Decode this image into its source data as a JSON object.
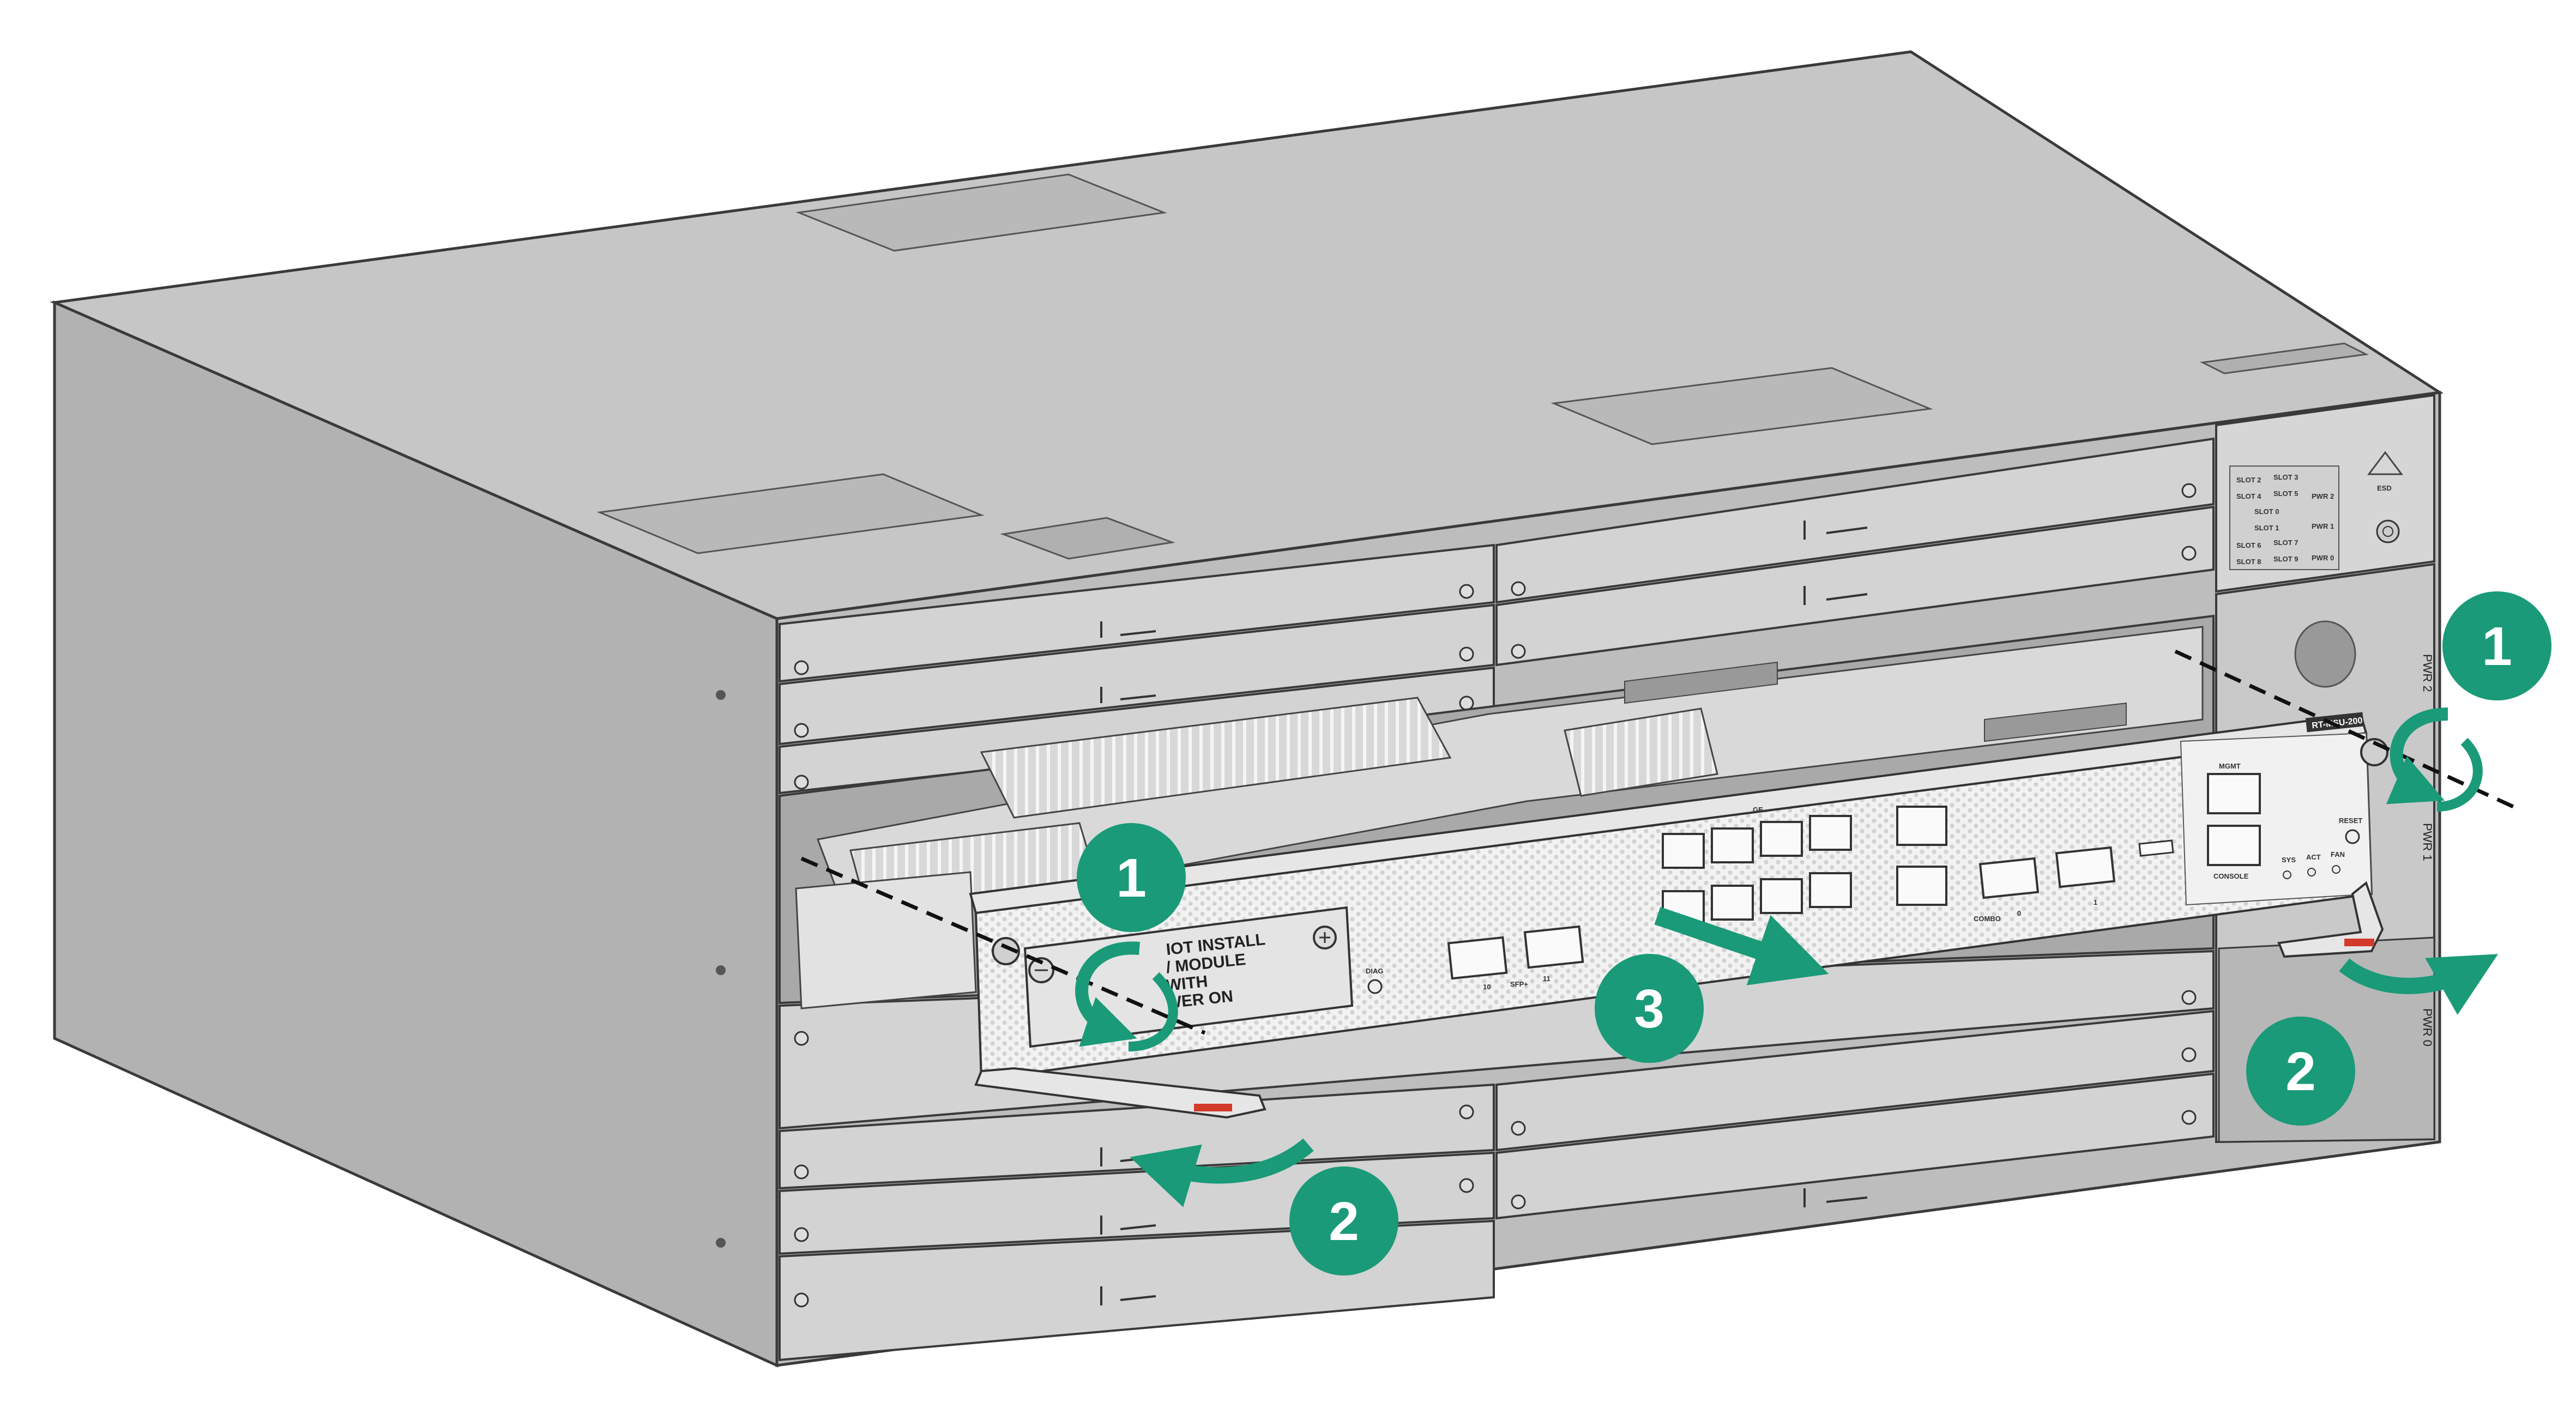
{
  "colors": {
    "chassis": "#c9c9c9",
    "chassis_top": "#c6c6c6",
    "chassis_side": "#b4b4b4",
    "chassis_front": "#bcbcbc",
    "outline": "#3a3a3a",
    "module": "#eeeeee",
    "callout": "#1a9a78",
    "arrow": "#1a9a78",
    "latch_red": "#d23a2a"
  },
  "icons": [
    "screw-icon",
    "rotate-arrow-icon",
    "pull-arrow-icon",
    "esd-icon",
    "usb-icon"
  ],
  "slot_labels": {
    "rows": [
      [
        "SLOT 2",
        "SLOT 3"
      ],
      [
        "SLOT 4",
        "SLOT 5",
        "PWR 2"
      ],
      [
        "SLOT 0"
      ],
      [
        "SLOT 1",
        "PWR 1"
      ],
      [
        "SLOT 6",
        "SLOT 7"
      ],
      [
        "SLOT 8",
        "SLOT 9",
        "PWR 0"
      ]
    ],
    "esd": "ESD"
  },
  "side_labels": {
    "pwr2": "PWR 2",
    "pwr1": "PWR 1",
    "pwr0": "PWR 0"
  },
  "module": {
    "warning_lines": [
      "IOT INSTALL",
      "/ MODULE",
      "WITH",
      "WER ON"
    ],
    "model": "RT-MSU-200",
    "diag": "DIAG",
    "port_labels": {
      "ge": "GE",
      "sfp": "SFP+",
      "p10": "10",
      "p11": "11",
      "combo": "COMBO",
      "c0": "0",
      "c1": "1",
      "mgmt": "MGMT",
      "console": "CONSOLE",
      "sys": "SYS",
      "act": "ACT",
      "fan": "FAN",
      "reset": "RESET"
    }
  },
  "callouts": {
    "c1_left": "1",
    "c1_right": "1",
    "c2_left": "2",
    "c2_right": "2",
    "c3": "3"
  }
}
